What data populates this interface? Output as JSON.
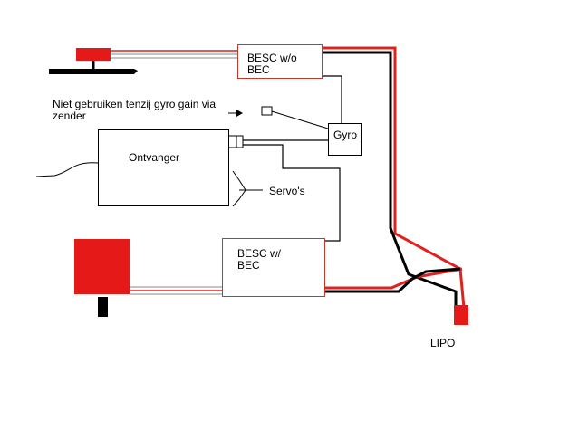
{
  "diagram": {
    "besc_top": {
      "line1": "BESC w/o",
      "line2": "BEC"
    },
    "besc_bottom": {
      "line1": "BESC w/",
      "line2": "BEC"
    },
    "gyro": "Gyro",
    "receiver": "Ontvanger",
    "servos": "Servo's",
    "note": {
      "line1": "Niet gebruiken tenzij gyro gain via",
      "line2": "zender"
    },
    "battery": "LIPO"
  },
  "colors": {
    "wire_red": "#e0221f",
    "wire_black": "#000000",
    "motor_red": "#e61919",
    "box_border_red": "#c0392b"
  }
}
